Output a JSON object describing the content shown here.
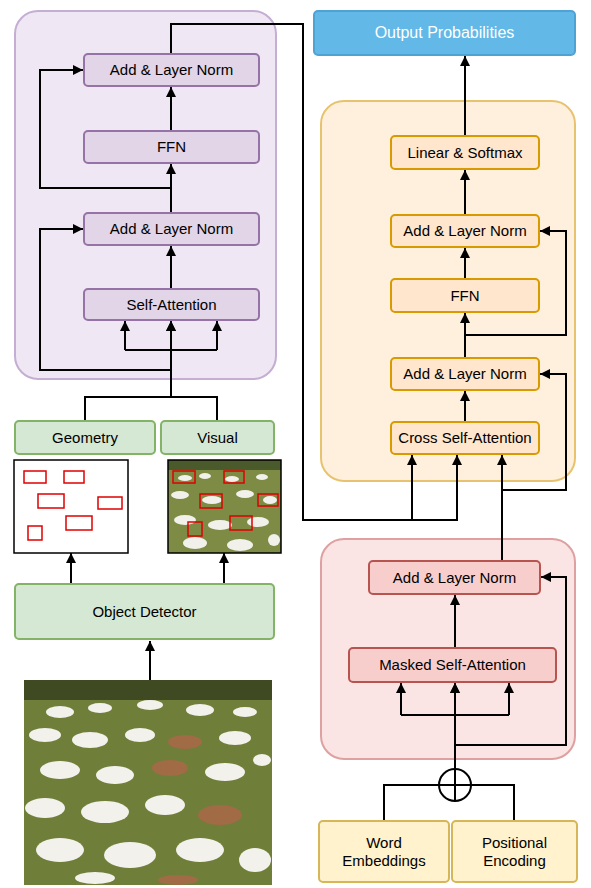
{
  "diagram": {
    "nodes": [
      {
        "text": []
      },
      {
        "text": [
          "Add & Layer Norm"
        ],
        "in": 0
      },
      {
        "text": [
          "FFN"
        ],
        "in": 0
      },
      {
        "text": [
          "Add & Layer Norm"
        ],
        "in": 0
      },
      {
        "text": [
          "Self-Attention"
        ],
        "in": 0
      },
      {
        "text": [
          "Output Probabilities"
        ]
      },
      {
        "text": []
      },
      {
        "text": [
          "Linear & Softmax"
        ],
        "in": 6
      },
      {
        "text": [
          "Add & Layer Norm"
        ],
        "in": 6
      },
      {
        "text": [
          "FFN"
        ],
        "in": 6
      },
      {
        "text": [
          "Add & Layer Norm"
        ],
        "in": 6
      },
      {
        "text": [
          "Cross Self-Attention"
        ],
        "in": 6
      },
      {
        "text": [
          "Geometry"
        ]
      },
      {
        "text": [
          "Visual"
        ]
      },
      {
        "text": [
          "Object Detector"
        ]
      },
      {
        "text": []
      },
      {
        "text": [
          "Add & Layer Norm"
        ],
        "in": 15
      },
      {
        "text": [
          "Masked Self-Attention"
        ],
        "in": 15
      },
      {
        "text": [
          "Word Embeddings"
        ]
      },
      {
        "text": [
          "Positional Encoding"
        ]
      }
    ],
    "edges": [
      {
        "from": 4,
        "to": 3,
        "arrow": "to"
      },
      {
        "from": 3,
        "to": 2,
        "arrow": "to"
      },
      {
        "from": 2,
        "to": 1,
        "arrow": "to"
      },
      {
        "from": 3,
        "to": 1,
        "arrow": "to"
      },
      {
        "from": 12,
        "to": 4,
        "arrow": "to"
      },
      {
        "from": 13,
        "to": 4,
        "arrow": "to"
      },
      {
        "from": 14,
        "to": 12,
        "arrow": "to"
      },
      {
        "from": 14,
        "to": 13,
        "arrow": "to"
      },
      {
        "from": 1,
        "to": 11,
        "arrow": "to"
      },
      {
        "from": 16,
        "to": 11,
        "arrow": "to"
      },
      {
        "from": 11,
        "to": 10,
        "arrow": "to"
      },
      {
        "from": 10,
        "to": 9,
        "arrow": "to"
      },
      {
        "from": 9,
        "to": 8,
        "arrow": "to"
      },
      {
        "from": 10,
        "to": 8,
        "arrow": "to"
      },
      {
        "from": 8,
        "to": 7,
        "arrow": "to"
      },
      {
        "from": 7,
        "to": 5,
        "arrow": "to"
      },
      {
        "from": 17,
        "to": 16,
        "arrow": "to"
      },
      {
        "from": 18,
        "to": 17,
        "arrow": "to"
      },
      {
        "from": 19,
        "to": 17,
        "arrow": "to"
      },
      {
        "from": 16,
        "to": 10,
        "arrow": "to"
      }
    ]
  }
}
